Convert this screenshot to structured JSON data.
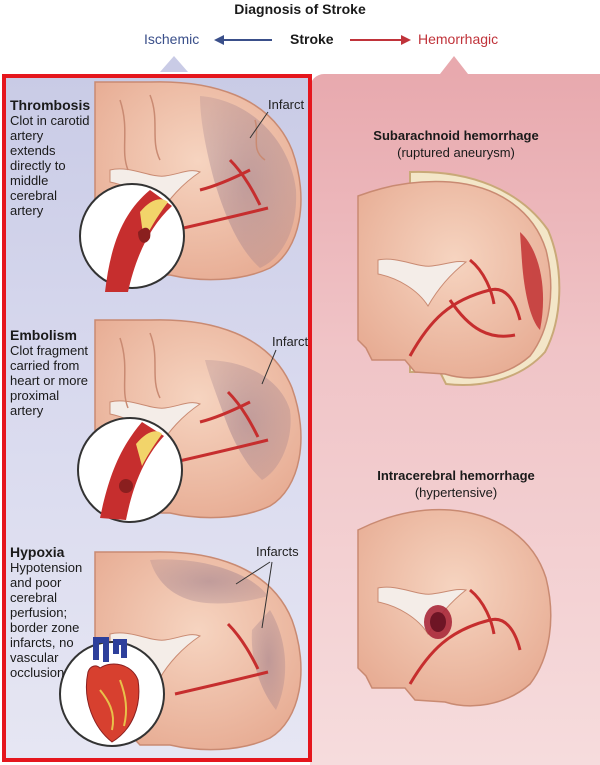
{
  "title": "Diagnosis of Stroke",
  "header": {
    "left_label": "Ischemic",
    "center_label": "Stroke",
    "right_label": "Hemorrhagic"
  },
  "ischemic": [
    {
      "name": "Thrombosis",
      "description": "Clot in carotid artery extends directly to middle cerebral artery",
      "annotation": "Infarct"
    },
    {
      "name": "Embolism",
      "description": "Clot fragment carried from heart or more proximal artery",
      "annotation": "Infarct"
    },
    {
      "name": "Hypoxia",
      "description": "Hypotension and poor cerebral perfusion; border zone infarcts, no vascular occlusion",
      "annotation": "Infarcts"
    }
  ],
  "hemorrhagic": [
    {
      "name": "Subarachnoid hemorrhage",
      "subtitle": "(ruptured aneurysm)"
    },
    {
      "name": "Intracerebral hemorrhage",
      "subtitle": "(hypertensive)"
    }
  ],
  "colors": {
    "ischemic_accent": "#3a4f8a",
    "hemorrhagic_accent": "#c0333a",
    "highlight_border": "#e5161d",
    "brain_tissue": "#f1c2a7",
    "artery": "#c62e2e"
  }
}
